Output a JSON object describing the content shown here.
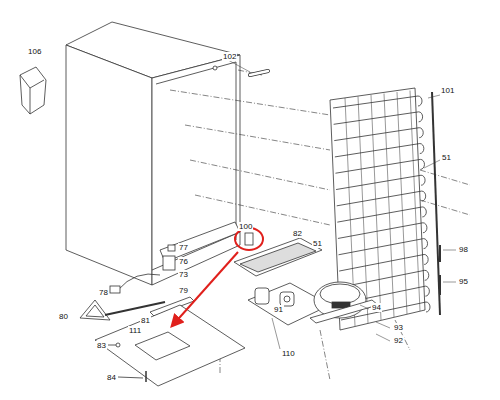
{
  "diagram": {
    "labels": [
      "106",
      "102",
      "101",
      "51",
      "100",
      "77",
      "82",
      "51",
      "76",
      "73",
      "78",
      "79",
      "81",
      "91",
      "94",
      "98",
      "95",
      "80",
      "111",
      "110",
      "93",
      "92",
      "83",
      "84"
    ]
  }
}
